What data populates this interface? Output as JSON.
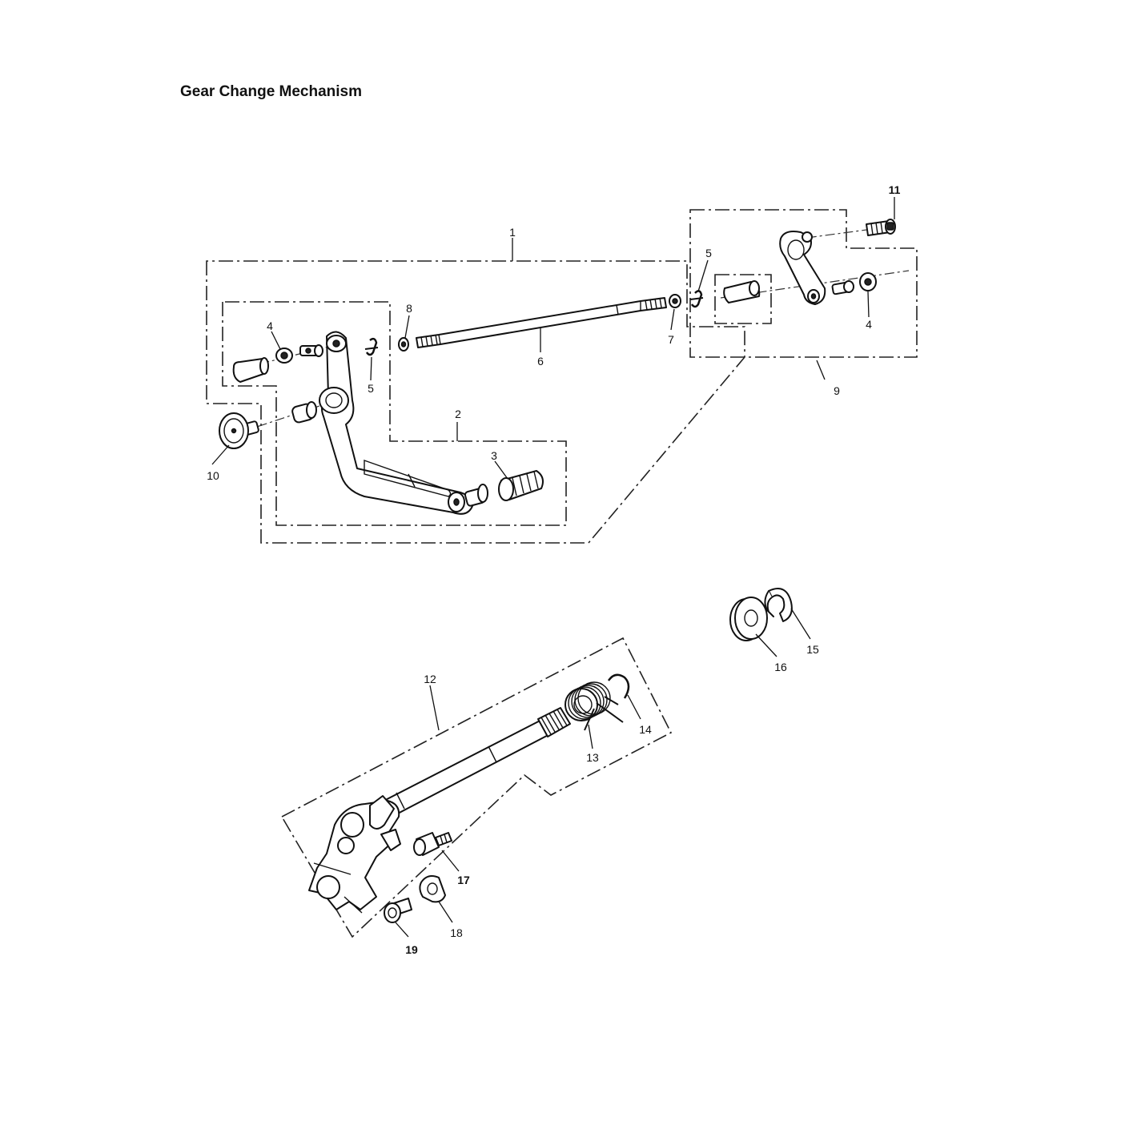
{
  "title": "Gear Change Mechanism",
  "callouts": {
    "c1": "1",
    "c2": "2",
    "c3": "3",
    "c4a": "4",
    "c4b": "4",
    "c5a": "5",
    "c5b": "5",
    "c6": "6",
    "c7": "7",
    "c8": "8",
    "c9": "9",
    "c10": "10",
    "c11": "11",
    "c12": "12",
    "c13": "13",
    "c14": "14",
    "c15": "15",
    "c16": "16",
    "c17": "17",
    "c18": "18",
    "c19": "19"
  }
}
